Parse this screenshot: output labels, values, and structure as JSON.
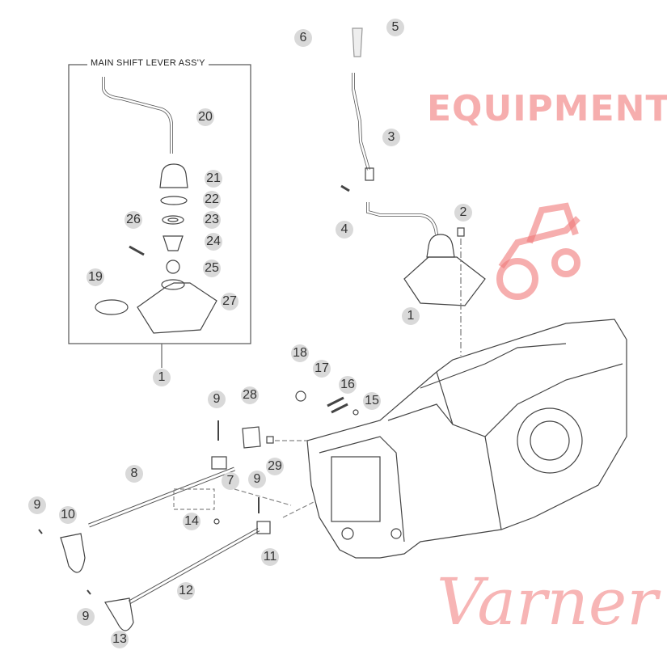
{
  "diagram": {
    "subassembly_title": "MAIN SHIFT LEVER ASS'Y",
    "callouts": [
      "5",
      "6",
      "3",
      "4",
      "2",
      "1",
      "20",
      "21",
      "22",
      "23",
      "26",
      "24",
      "25",
      "19",
      "27",
      "1",
      "18",
      "17",
      "16",
      "15",
      "9",
      "28",
      "29",
      "8",
      "7",
      "9",
      "9",
      "10",
      "14",
      "11",
      "12",
      "9",
      "13"
    ]
  },
  "watermark": {
    "script": "Varner",
    "block": "EQUIPMENT",
    "color": "#f07878"
  }
}
